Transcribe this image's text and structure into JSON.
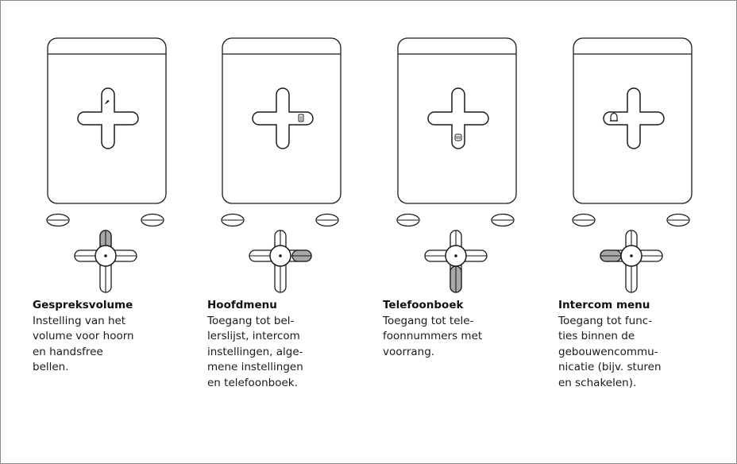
{
  "colors": {
    "stroke": "#1a1a1a",
    "highlight": "#a8a8a8",
    "text": "#1a1a1a"
  },
  "panels": [
    {
      "title": "Gespreksvolume",
      "body": "Instelling van het\nvolume voor hoorn\nen handsfree\nbellen.",
      "screen_icon": "handset-icon",
      "highlighted_arm": "up"
    },
    {
      "title": "Hoofdmenu",
      "body": "Toegang tot bel-\nlerslijst, intercom\ninstellingen, alge-\nmene instellingen\nen telefoonboek.",
      "screen_icon": "menu-list-icon",
      "highlighted_arm": "right"
    },
    {
      "title": "Telefoonboek",
      "body": "Toegang tot tele-\nfoonnummers met\nvoorrang.",
      "screen_icon": "phonebook-icon",
      "highlighted_arm": "down"
    },
    {
      "title": "Intercom menu",
      "body": "Toegang tot func-\nties binnen de\ngebouwencommu-\nnicatie (bijv. sturen\nen schakelen).",
      "screen_icon": "bell-icon",
      "highlighted_arm": "left"
    }
  ]
}
